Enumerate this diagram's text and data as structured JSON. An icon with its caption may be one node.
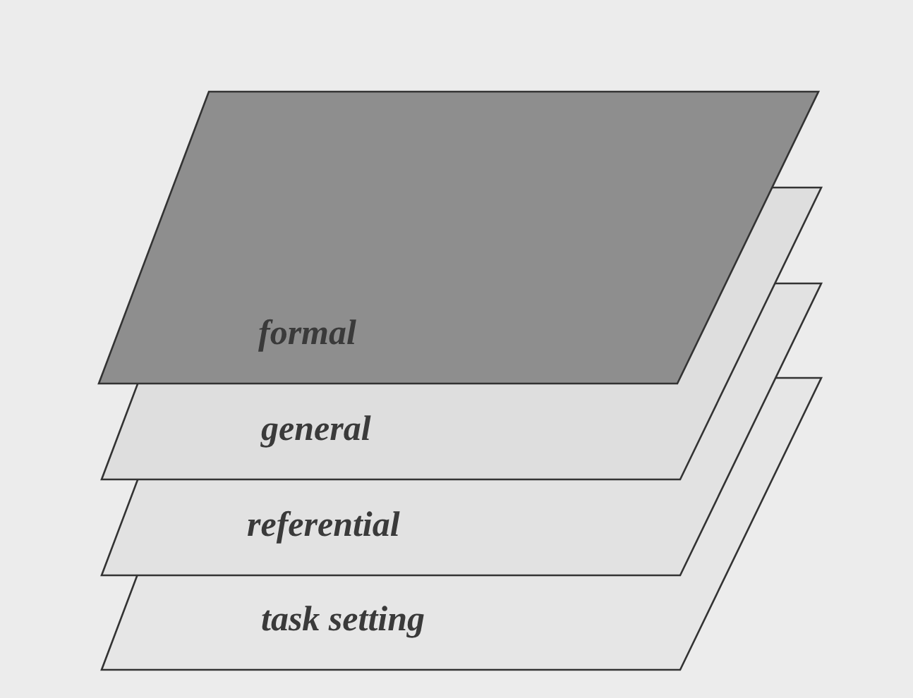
{
  "diagram": {
    "nodes": [
      {
        "text": [
          "formal"
        ]
      },
      {
        "text": [
          "general"
        ]
      },
      {
        "text": [
          "referential"
        ]
      },
      {
        "text": [
          "task setting"
        ]
      }
    ]
  }
}
